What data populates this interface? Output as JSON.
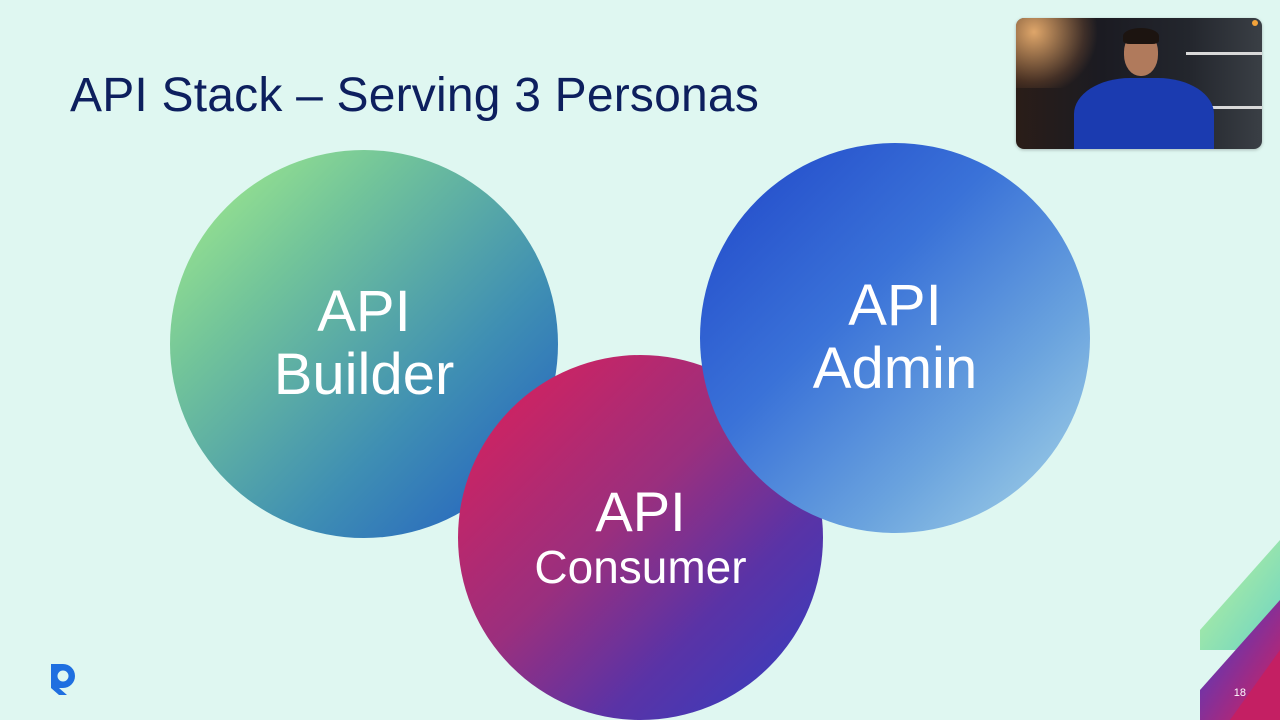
{
  "slide": {
    "title": "API Stack – Serving 3 Personas",
    "page_number": "18"
  },
  "personas": {
    "builder": {
      "line1": "API",
      "line2": "Builder"
    },
    "consumer": {
      "line1": "API",
      "line2": "Consumer"
    },
    "admin": {
      "line1": "API",
      "line2": "Admin"
    }
  },
  "icons": {
    "logo": "brand-logo-icon",
    "video": "presenter-video-icon",
    "corner": "corner-decoration-icon"
  },
  "colors": {
    "background": "#dff7f1",
    "title": "#0d1f5e",
    "logo": "#1f6fe0"
  }
}
